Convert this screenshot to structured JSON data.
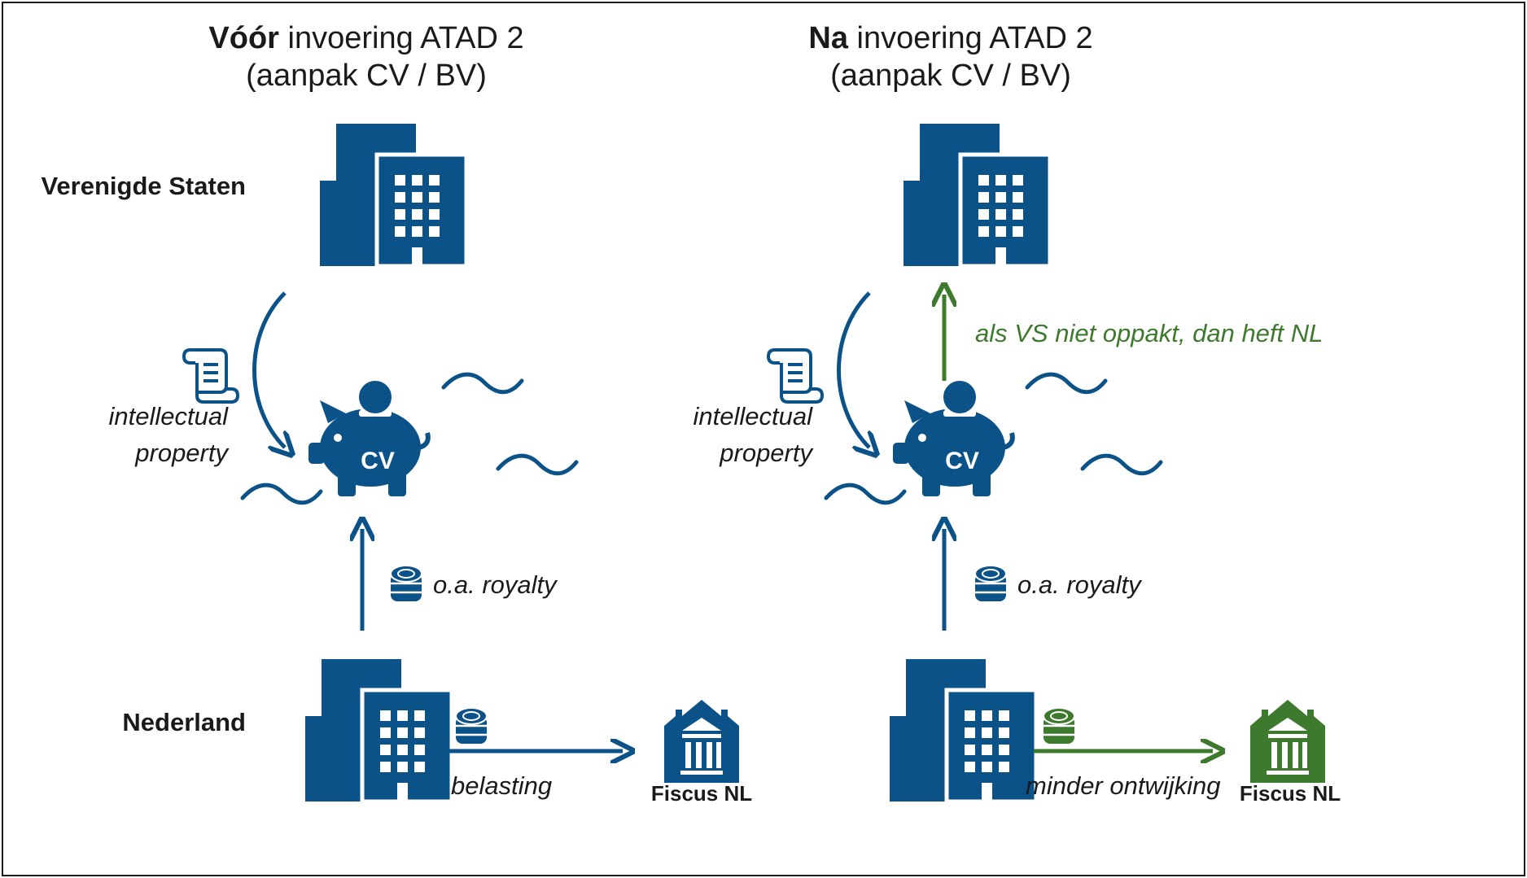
{
  "titles": {
    "left": {
      "bold": "Vóór",
      "rest": " invoering ATAD 2",
      "line2": "(aanpak CV / BV)"
    },
    "right": {
      "bold": "Na",
      "rest": " invoering ATAD 2",
      "line2": "(aanpak CV / BV)"
    }
  },
  "countries": {
    "top": "Verenigde Staten",
    "bottom": "Nederland"
  },
  "labels": {
    "ip_line1": "intellectual",
    "ip_line2": "property",
    "royalty": "o.a. royalty",
    "cv": "CV",
    "fiscus": "Fiscus NL",
    "belasting": "belasting",
    "minder": "minder ontwijking",
    "vs_note": "als VS niet oppakt, dan heft NL"
  },
  "colors": {
    "blue": "#0b5289",
    "green": "#3e7a2e",
    "text": "#1a1a1a"
  },
  "icons": [
    "building-icon",
    "piggy-bank-icon",
    "scroll-icon",
    "coins-icon",
    "bank-icon",
    "wave-icon"
  ]
}
